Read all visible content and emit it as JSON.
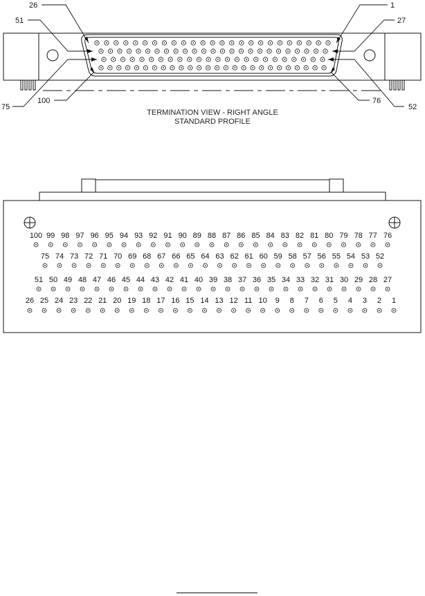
{
  "termination_view": {
    "callouts": {
      "c26": "26",
      "c51": "51",
      "c1": "1",
      "c27": "27",
      "c75": "75",
      "c100": "100",
      "c76": "76",
      "c52": "52"
    },
    "caption_line1": "TERMINATION VIEW - RIGHT ANGLE",
    "caption_line2": "STANDARD PROFILE"
  },
  "pinout_view": {
    "rows": [
      [
        "100",
        "99",
        "98",
        "97",
        "96",
        "95",
        "94",
        "93",
        "92",
        "91",
        "90",
        "89",
        "88",
        "87",
        "86",
        "85",
        "84",
        "83",
        "82",
        "81",
        "80",
        "79",
        "78",
        "77",
        "76"
      ],
      [
        "75",
        "74",
        "73",
        "72",
        "71",
        "70",
        "69",
        "68",
        "67",
        "66",
        "65",
        "64",
        "63",
        "62",
        "61",
        "60",
        "59",
        "58",
        "57",
        "56",
        "55",
        "54",
        "53",
        "52"
      ],
      [
        "51",
        "50",
        "49",
        "48",
        "47",
        "46",
        "45",
        "44",
        "43",
        "42",
        "41",
        "40",
        "39",
        "38",
        "37",
        "36",
        "35",
        "34",
        "33",
        "32",
        "31",
        "30",
        "29",
        "28",
        "27"
      ],
      [
        "26",
        "25",
        "24",
        "23",
        "22",
        "21",
        "20",
        "19",
        "18",
        "17",
        "16",
        "15",
        "14",
        "13",
        "12",
        "11",
        "10",
        "9",
        "8",
        "7",
        "6",
        "5",
        "4",
        "3",
        "2",
        "1"
      ]
    ]
  }
}
